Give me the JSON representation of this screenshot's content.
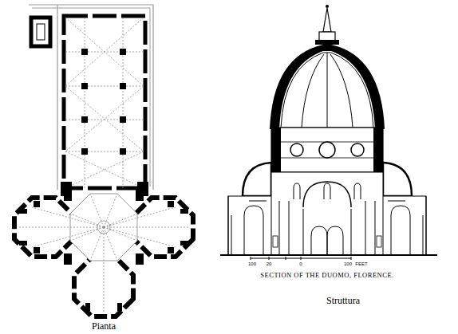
{
  "diagram": {
    "labels": [
      "Pianta",
      "Struttura",
      "SECTION OF THE DUOMO, FLORENCE.",
      "100",
      "20",
      "0",
      "100",
      "FEET"
    ]
  }
}
